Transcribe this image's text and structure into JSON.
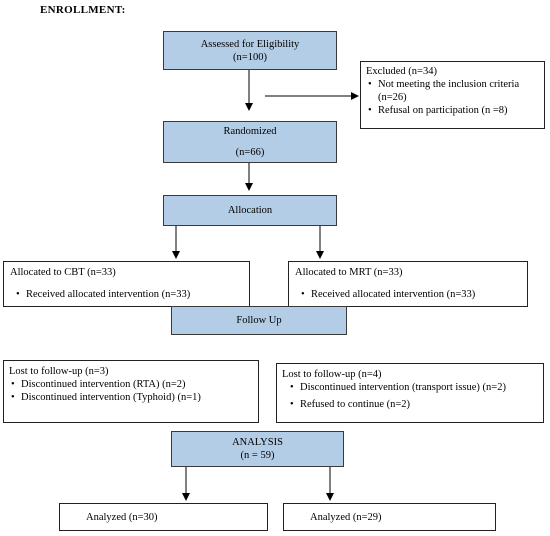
{
  "header": "ENROLLMENT:",
  "eligibility": {
    "title": "Assessed for Eligibility",
    "n": "(n=100)"
  },
  "excluded": {
    "title": "Excluded (n=34)",
    "items": [
      "Not meeting the inclusion criteria (n=26)",
      "Refusal on participation (n =8)"
    ]
  },
  "randomized": {
    "title": "Randomized",
    "n": "(n=66)"
  },
  "allocation": {
    "title": "Allocation"
  },
  "cbt": {
    "title": "Allocated to CBT (n=33)",
    "item": "Received allocated intervention (n=33)"
  },
  "mrt": {
    "title": "Allocated to MRT (n=33)",
    "item": "Received allocated intervention (n=33)"
  },
  "followup": {
    "title": "Follow Up"
  },
  "lost_left": {
    "title": "Lost to follow-up (n=3)",
    "items": [
      "Discontinued intervention (RTA) (n=2)",
      "Discontinued intervention (Typhoid) (n=1)"
    ]
  },
  "lost_right": {
    "title": "Lost to follow-up (n=4)",
    "items": [
      "Discontinued intervention (transport issue) (n=2)",
      "Refused to continue (n=2)"
    ]
  },
  "analysis": {
    "title": "ANALYSIS",
    "n": "(n = 59)"
  },
  "analyzed_left": "Analyzed (n=30)",
  "analyzed_right": "Analyzed (n=29)"
}
